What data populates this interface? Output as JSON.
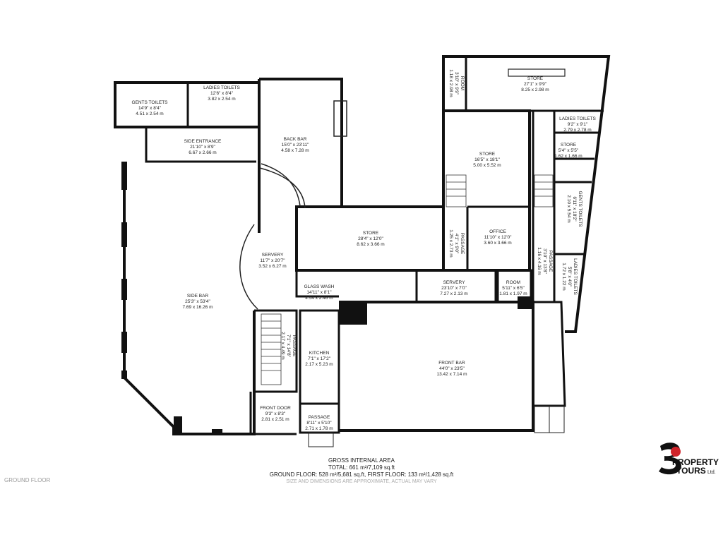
{
  "floor_label": "GROUND FLOOR",
  "rooms": [
    {
      "key": "gents_toilets_1",
      "name": "GENTS TOILETS",
      "imperial": "14'9\" x 8'4\"",
      "metric": "4.51 x 2.54 m"
    },
    {
      "key": "ladies_toilets_1",
      "name": "LADIES TOILETS",
      "imperial": "12'6\" x 8'4\"",
      "metric": "3.82 x 2.54 m"
    },
    {
      "key": "side_entrance",
      "name": "SIDE ENTRANCE",
      "imperial": "21'10\" x 8'9\"",
      "metric": "6.67 x 2.66 m"
    },
    {
      "key": "back_bar",
      "name": "BACK BAR",
      "imperial": "15'0\" x 23'11\"",
      "metric": "4.58 x 7.28 m"
    },
    {
      "key": "side_bar",
      "name": "SIDE BAR",
      "imperial": "25'3\" x 53'4\"",
      "metric": "7.69 x 16.26 m"
    },
    {
      "key": "servery_1",
      "name": "SERVERY",
      "imperial": "11'7\" x 20'7\"",
      "metric": "3.52 x 6.27 m"
    },
    {
      "key": "store_1",
      "name": "STORE",
      "imperial": "28'4\" x 12'0\"",
      "metric": "8.62 x 3.66 m"
    },
    {
      "key": "glass_wash",
      "name": "GLASS WASH",
      "imperial": "14'11\" x 8'1\"",
      "metric": "4.54 x 2.46 m"
    },
    {
      "key": "passage_1",
      "name": "PASSAGE",
      "imperial": "7'1\" x 14'8\"",
      "metric": "2.17 x 4.49 m"
    },
    {
      "key": "kitchen",
      "name": "KITCHEN",
      "imperial": "7'1\" x 17'2\"",
      "metric": "2.17 x 5.23 m"
    },
    {
      "key": "front_door",
      "name": "FRONT DOOR",
      "imperial": "9'3\" x 8'3\"",
      "metric": "2.81 x 2.51 m"
    },
    {
      "key": "passage_2",
      "name": "PASSAGE",
      "imperial": "8'11\" x 5'10\"",
      "metric": "2.71 x 1.78 m"
    },
    {
      "key": "front_bar",
      "name": "FRONT BAR",
      "imperial": "44'0\" x 23'5\"",
      "metric": "13.42 x 7.14 m"
    },
    {
      "key": "servery_2",
      "name": "SERVERY",
      "imperial": "23'10\" x 7'0\"",
      "metric": "7.27 x 2.13 m"
    },
    {
      "key": "room_1",
      "name": "ROOM",
      "imperial": "5'11\" x 6'5\"",
      "metric": "1.81 x 1.97 m"
    },
    {
      "key": "store_2",
      "name": "STORE",
      "imperial": "16'5\" x 18'1\"",
      "metric": "5.00 x 5.52 m"
    },
    {
      "key": "office",
      "name": "OFFICE",
      "imperial": "11'10\" x 12'0\"",
      "metric": "3.60 x 3.66 m"
    },
    {
      "key": "passage_3",
      "name": "PASSAGE",
      "imperial": "4'1\" x 9'0\"",
      "metric": "1.25 x 2.73 m"
    },
    {
      "key": "passage_4",
      "name": "PASSAGE",
      "imperial": "3'10\" x 13'8\"",
      "metric": "1.16 x 4.16 m"
    },
    {
      "key": "room_2",
      "name": "ROOM",
      "imperial": "3'10\" x 9'9\"",
      "metric": "1.18 x 2.98 m"
    },
    {
      "key": "store_3",
      "name": "STORE",
      "imperial": "27'1\" x 9'9\"",
      "metric": "8.25 x 2.98 m"
    },
    {
      "key": "ladies_toilets_2",
      "name": "LADIES TOILETS",
      "imperial": "9'2\" x 9'1\"",
      "metric": "2.79 x 2.78 m"
    },
    {
      "key": "store_4",
      "name": "STORE",
      "imperial": "5'4\" x 5'5\"",
      "metric": "1.62 x 1.66 m"
    },
    {
      "key": "gents_toilets_2",
      "name": "GENTS TOILETS",
      "imperial": "6'11\" x 18'2\"",
      "metric": "2.10 x 5.54 m"
    },
    {
      "key": "ladies_toilets_3",
      "name": "LADIES TOILETS",
      "imperial": "5'8\" x 4'0\"",
      "metric": "1.72 x 1.22 m"
    }
  ],
  "footer": {
    "title": "GROSS INTERNAL AREA",
    "total": "TOTAL: 661 m²/7,109 sq.ft",
    "floors": "GROUND FLOOR: 528 m²/5,681 sq.ft, FIRST FLOOR: 133 m²/1,428 sq.ft",
    "disclaimer": "SIZE AND DIMENSIONS ARE APPROXIMATE, ACTUAL MAY VARY"
  },
  "logo": {
    "line1": "PROPERTY",
    "line2": "TOURS",
    "suffix": "Ltd.",
    "brand_color": "#d0232a"
  }
}
